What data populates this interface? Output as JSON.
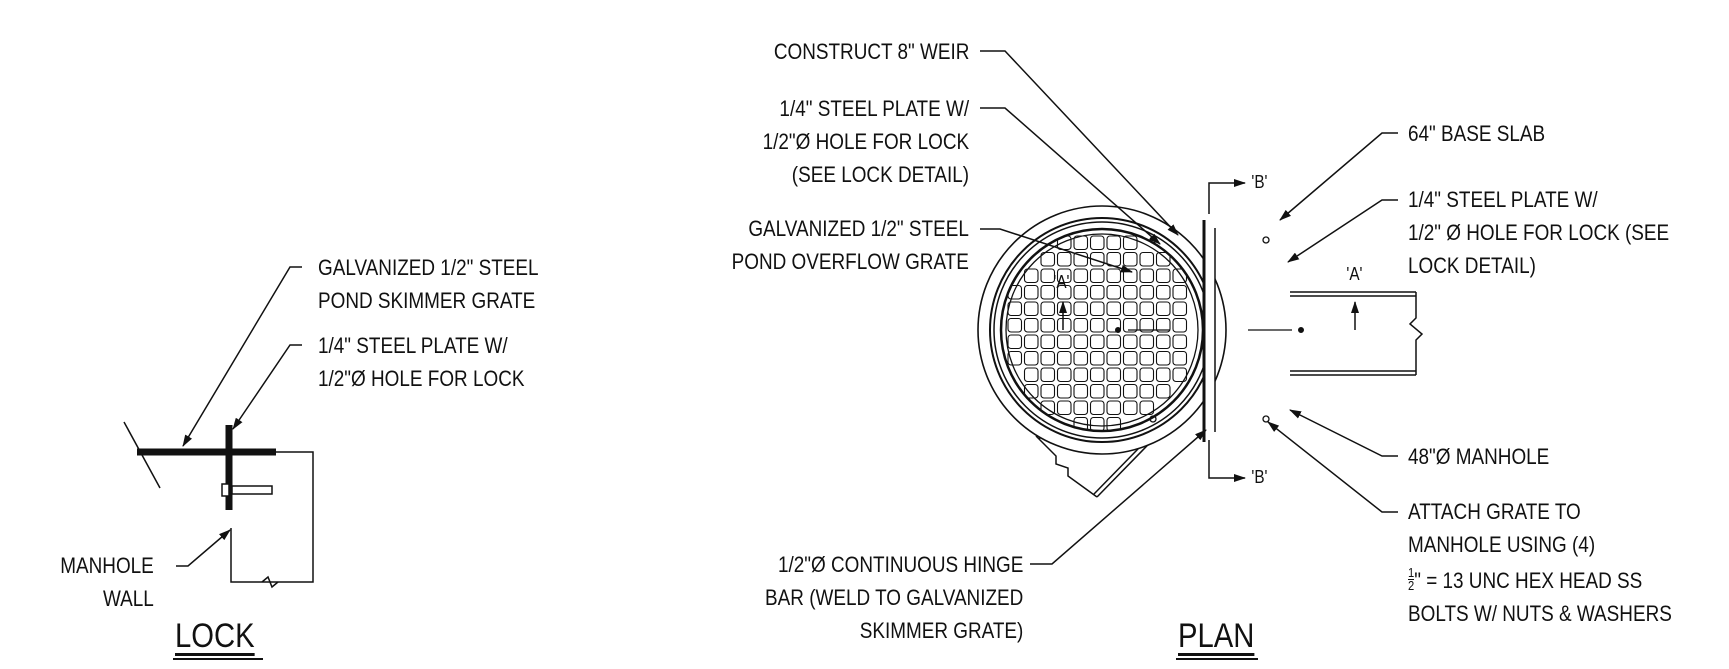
{
  "lock": {
    "title": "LOCK",
    "grate_label": [
      "GALVANIZED 1/2\" STEEL",
      "POND SKIMMER GRATE"
    ],
    "plate_label": [
      "1/4\" STEEL PLATE W/",
      "1/2\"Ø HOLE FOR LOCK"
    ],
    "wall_label": [
      "MANHOLE",
      "WALL"
    ]
  },
  "plan": {
    "title": "PLAN",
    "weir_label": "CONSTRUCT 8\" WEIR",
    "plate_left_label": [
      "1/4\" STEEL PLATE W/",
      "1/2\"Ø HOLE FOR LOCK",
      "(SEE LOCK DETAIL)"
    ],
    "overflow_label": [
      "GALVANIZED 1/2\" STEEL",
      "POND OVERFLOW GRATE"
    ],
    "hinge_label": [
      "1/2\"Ø CONTINUOUS HINGE",
      "BAR (WELD TO GALVANIZED",
      "SKIMMER GRATE)"
    ],
    "base_label": "64\" BASE SLAB",
    "plate_right_label": [
      "1/4\" STEEL PLATE W/",
      "1/2\" Ø HOLE FOR LOCK (SEE",
      "LOCK DETAIL)"
    ],
    "manhole_label": "48\"Ø MANHOLE",
    "attach_label": [
      "ATTACH GRATE TO",
      "MANHOLE USING (4)"
    ],
    "bolt_fraction": [
      "1",
      "2"
    ],
    "bolt_label": [
      "\" = 13 UNC HEX HEAD SS",
      "BOLTS W/ NUTS & WASHERS"
    ],
    "section_a": "'A'",
    "section_b": "'B'"
  }
}
